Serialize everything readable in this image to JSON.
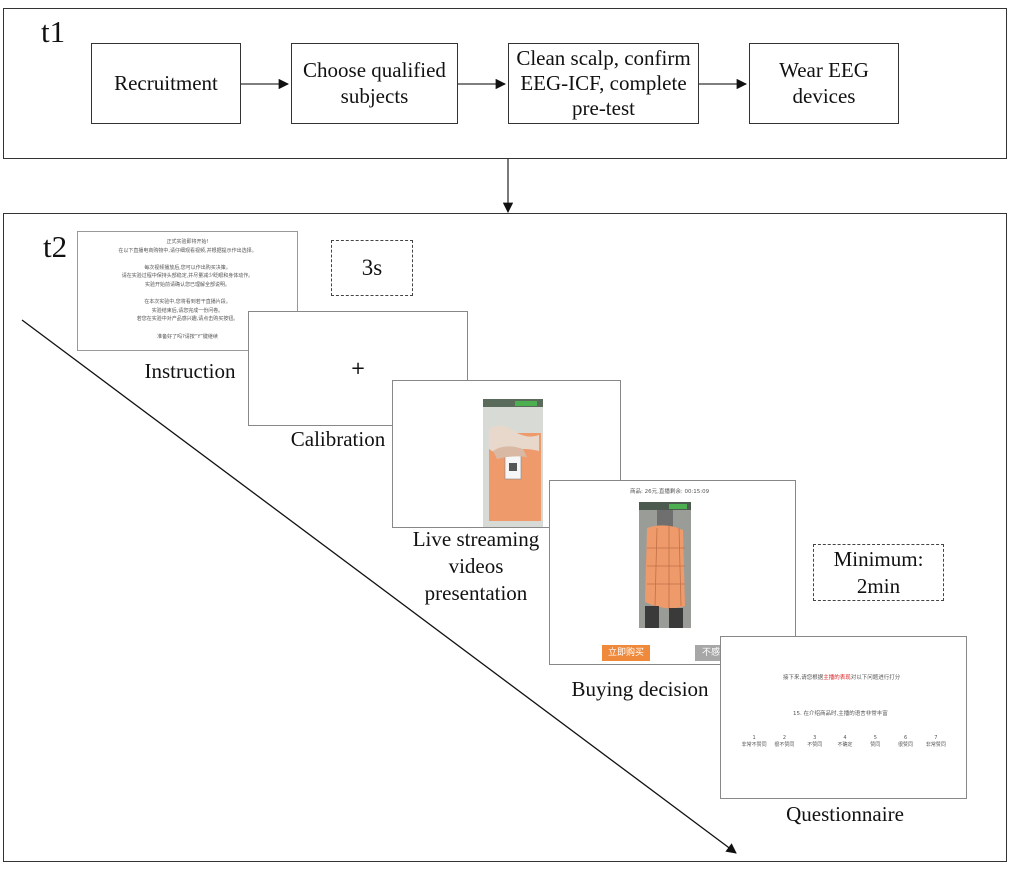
{
  "t1": {
    "label": "t1",
    "steps": [
      "Recruitment",
      "Choose qualified subjects",
      "Clean scalp, confirm EEG-ICF, complete pre-test",
      "Wear EEG devices"
    ]
  },
  "t2": {
    "label": "t2",
    "fixation_duration": "3s",
    "minimum_duration": "Minimum:\n2min",
    "instruction": {
      "caption": "Instruction",
      "lines": [
        "正式实验即将开始!",
        "在以下直播电商购物中,请仔细观看视频,并根据提示作出选择。",
        "",
        "每次视频播放后,您可以作出购买决策。",
        "请在实验过程中保持头部稳定,并尽量减少眨眼和身体动作。",
        "实验开始前请确认您已理解全部说明。",
        "",
        "在本次实验中,您将看到若干直播片段。",
        "实验结束后,请您完成一份问卷。",
        "若您在实验中对产品感兴趣,请点击购买按钮。",
        "",
        "准备好了吗?请按“Y”键继续"
      ]
    },
    "calibration": {
      "caption": "Calibration",
      "fixation": "+"
    },
    "video": {
      "caption": "Live streaming videos presentation"
    },
    "decision": {
      "caption": "Buying decision",
      "header": "商品: 26元,直播剩余: 00:15:09",
      "buy_label": "立即购买",
      "skip_label": "不感兴趣"
    },
    "questionnaire": {
      "caption": "Questionnaire",
      "prompt_pre": "接下来,请您根据",
      "prompt_highlight": "主播的表现",
      "prompt_post": "对以下问题进行打分",
      "question": "15. 在介绍商品时,主播的语言非常丰富",
      "scale_numbers": [
        "1",
        "2",
        "3",
        "4",
        "5",
        "6",
        "7"
      ],
      "scale_labels": [
        "非常不赞同",
        "很不赞同",
        "不赞同",
        "不确定",
        "赞同",
        "很赞同",
        "非常赞同"
      ]
    }
  },
  "colors": {
    "buy_button": "#ef8a3c",
    "skip_button": "#a7a7a7",
    "highlight": "#d62020",
    "video_frame_bg": "#cfd3cf",
    "cloth": "#ee9a6a"
  }
}
